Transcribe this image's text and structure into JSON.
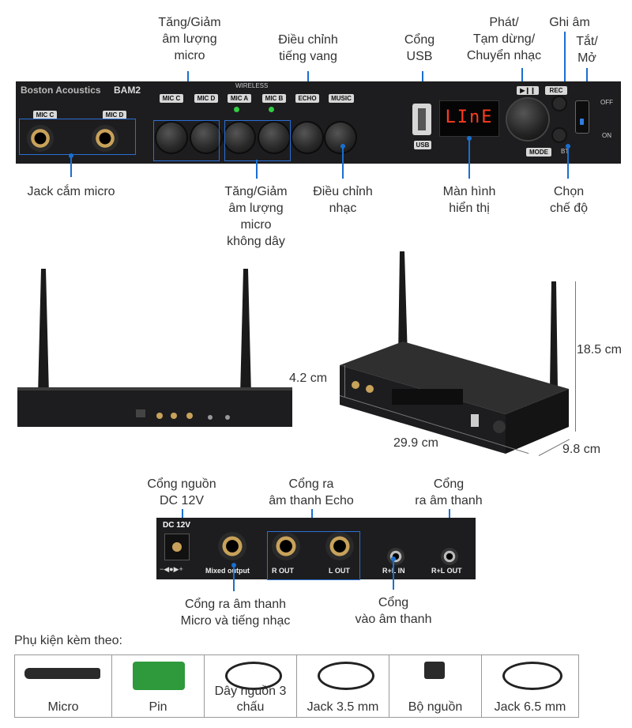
{
  "front_panel": {
    "brand": "Boston Acoustics",
    "model": "BAM2",
    "wireless_label": "WIRELESS",
    "knob_tags": [
      "MIC C",
      "MIC D",
      "MIC A",
      "MIC B",
      "ECHO",
      "MUSIC"
    ],
    "jack_tags": [
      "MIC C",
      "MIC D"
    ],
    "display_text": "LInE",
    "usb_tag": "USB",
    "mode_tag": "MODE",
    "rec_tag": "REC",
    "bt_tag": "BT",
    "switch_off": "OFF",
    "switch_on": "ON"
  },
  "callouts_top": {
    "mic_volume": "Tăng/Giảm\nâm lượng\nmicro",
    "echo": "Điều chỉnh\ntiếng vang",
    "usb": "Cổng\nUSB",
    "play": "Phát/\nTạm dừng/\nChuyển nhạc",
    "record": "Ghi âm",
    "power": "Tắt/\nMở"
  },
  "callouts_bottom": {
    "mic_jack": "Jack cắm micro",
    "wireless_volume": "Tăng/Giảm\nâm lượng\nmicro\nkhông dây",
    "music": "Điều chỉnh\nnhạc",
    "display": "Màn hình\nhiển thị",
    "mode": "Chọn\nchế độ"
  },
  "dimensions": {
    "height_body": "4.2 cm",
    "height_total": "18.5 cm",
    "width": "29.9 cm",
    "depth": "9.8 cm"
  },
  "rear_panel": {
    "dc_label": "DC 12V",
    "mixed_output": "Mixed output",
    "r_out": "R OUT",
    "l_out": "L OUT",
    "rl_in": "R+L IN",
    "rl_out": "R+L OUT"
  },
  "rear_callouts": {
    "power_port": "Cổng nguồn\nDC 12V",
    "echo_out": "Cổng ra\nâm thanh Echo",
    "audio_out": "Cổng\nra âm thanh",
    "mixed_out": "Cổng ra âm thanh\nMicro và tiếng nhạc",
    "audio_in": "Cổng\nvào âm thanh"
  },
  "accessories": {
    "title": "Phụ kiện kèm theo:",
    "items": [
      "Micro",
      "Pin",
      "Dây nguồn\n3 chấu",
      "Jack 3.5 mm",
      "Bộ nguồn",
      "Jack 6.5 mm"
    ]
  },
  "colors": {
    "callout": "#1a6fd0",
    "panel": "#1d1d1f",
    "display": "#ff3b1f",
    "led": "#33cc44"
  }
}
